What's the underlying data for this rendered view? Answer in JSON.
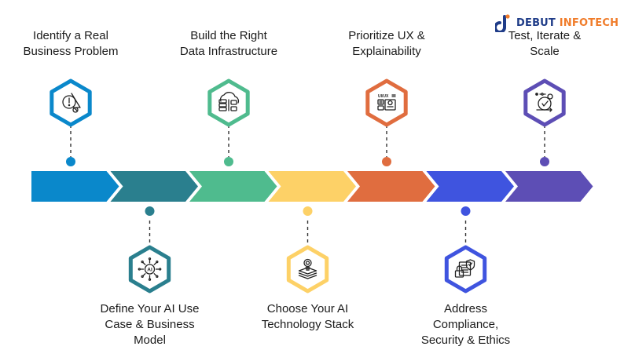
{
  "brand": {
    "name_part1": "DEBUT",
    "name_part2": "INFOTECH",
    "color_primary": "#1f3c88",
    "color_accent": "#f07c2a"
  },
  "steps": [
    {
      "label_lines": [
        "Identify a Real",
        "Business Problem"
      ],
      "position": "top",
      "color": "#0a88cb",
      "icon": "warning-search-icon"
    },
    {
      "label_lines": [
        "Define Your AI Use",
        "Case & Business",
        "Model"
      ],
      "position": "bottom",
      "color": "#2a7f8e",
      "icon": "ai-chip-icon"
    },
    {
      "label_lines": [
        "Build the Right",
        "Data Infrastructure"
      ],
      "position": "top",
      "color": "#4fbb8e",
      "icon": "cloud-database-icon"
    },
    {
      "label_lines": [
        "Choose Your AI",
        "Technology Stack"
      ],
      "position": "bottom",
      "color": "#fdd167",
      "icon": "layers-target-icon"
    },
    {
      "label_lines": [
        "Prioritize UX &",
        "Explainability"
      ],
      "position": "top",
      "color": "#e06d3f",
      "icon": "ui-ux-layout-icon"
    },
    {
      "label_lines": [
        "Address",
        "Compliance,",
        "Security & Ethics"
      ],
      "position": "bottom",
      "color": "#3f54df",
      "icon": "secure-document-icon"
    },
    {
      "label_lines": [
        "Test, Iterate &",
        "Scale"
      ],
      "position": "top",
      "color": "#5d4eb5",
      "icon": "timer-check-icon"
    }
  ],
  "icon_text": {
    "ai": "AI",
    "uiux": "UI/UX"
  }
}
